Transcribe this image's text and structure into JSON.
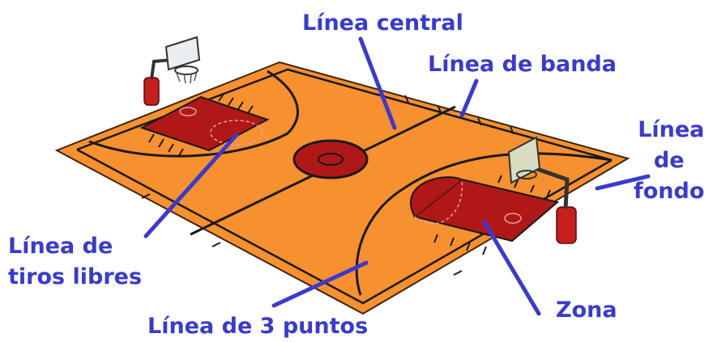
{
  "labels": {
    "center_line": "Línea central",
    "side_line": "Línea de banda",
    "end_line": [
      "Línea",
      "de",
      "fondo"
    ],
    "free_throw_line": [
      "Línea de",
      "tiros libres"
    ],
    "three_point_line": "Línea de 3 puntos",
    "zone": "Zona"
  },
  "colors": {
    "court": "#f7902e",
    "key": "#b01818",
    "lines": "#1a1a1a",
    "label_text": "#3a3ad0",
    "pointer": "#3a3ad0",
    "post": "#c81e1e"
  }
}
